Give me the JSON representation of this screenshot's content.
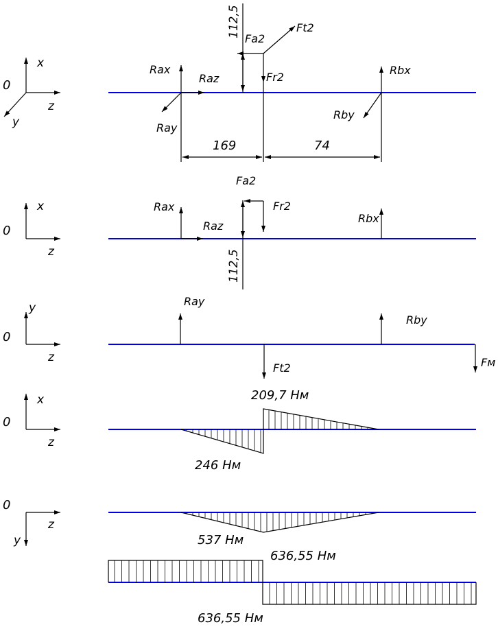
{
  "diagram": {
    "origin_label": "0",
    "axes": {
      "x": "x",
      "y": "y",
      "z": "z"
    },
    "scheme1": {
      "forces": {
        "fa2": "Fa2",
        "ft2": "Ft2",
        "fr2": "Fr2",
        "rax": "Rax",
        "raz": "Raz",
        "ray": "Ray",
        "rbx": "Rbx",
        "rby": "Rby"
      },
      "dims": {
        "lever": "112,5",
        "span_a": "169",
        "span_b": "74"
      }
    },
    "scheme2": {
      "forces": {
        "fa2": "Fa2",
        "fr2": "Fr2",
        "rax": "Rax",
        "raz": "Raz",
        "rbx": "Rbx"
      },
      "dims": {
        "lever": "112,5"
      }
    },
    "scheme3": {
      "forces": {
        "ray": "Ray",
        "rby": "Rby",
        "ft2": "Ft2",
        "fm": "Fм"
      }
    },
    "moment_xz": {
      "top_value": "209,7 Нм",
      "bottom_value": "246 Нм"
    },
    "moment_yz": {
      "value": "537 Нм"
    },
    "torque": {
      "top_value": "636,55 Нм",
      "bottom_value": "636,55 Нм"
    }
  }
}
